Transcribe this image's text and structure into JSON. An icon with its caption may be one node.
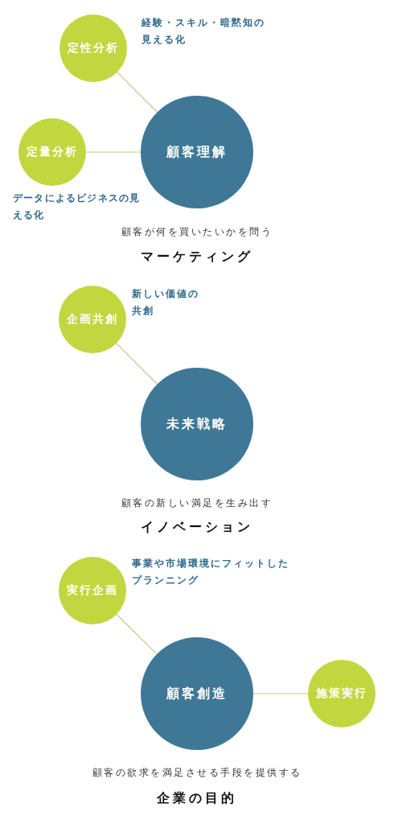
{
  "diagram": {
    "nodes": [
      {
        "text": [
          "定性分析"
        ],
        "beside": [
          "経験・スキル・暗黙知の見える化"
        ]
      },
      {
        "text": [
          "定量分析"
        ],
        "beside": [
          "データによるビジネスの見える化"
        ]
      },
      {
        "text": [
          "顧客理解"
        ]
      },
      {
        "text": [
          "企画共創"
        ],
        "beside": [
          "新しい価値の共創"
        ]
      },
      {
        "text": [
          "未来戦略"
        ]
      },
      {
        "text": [
          "実行企画"
        ],
        "beside": [
          "事業や市場環境にフィットしたプランニング"
        ]
      },
      {
        "text": [
          "顧客創造"
        ]
      },
      {
        "text": [
          "施策実行"
        ]
      }
    ],
    "edges": [
      {
        "from": 0,
        "to": 2,
        "arrow": "none"
      },
      {
        "from": 1,
        "to": 2,
        "arrow": "none"
      },
      {
        "from": 3,
        "to": 4,
        "arrow": "none"
      },
      {
        "from": 5,
        "to": 6,
        "arrow": "none"
      },
      {
        "from": 6,
        "to": 7,
        "arrow": "none"
      }
    ],
    "labels": [
      "顧客が何を買いたいかを問う",
      "マーケティング",
      "顧客の新しい満足を生み出す",
      "イノベーション",
      "顧客の欲求を満足させる手段を提供する",
      "企業の目的"
    ]
  }
}
